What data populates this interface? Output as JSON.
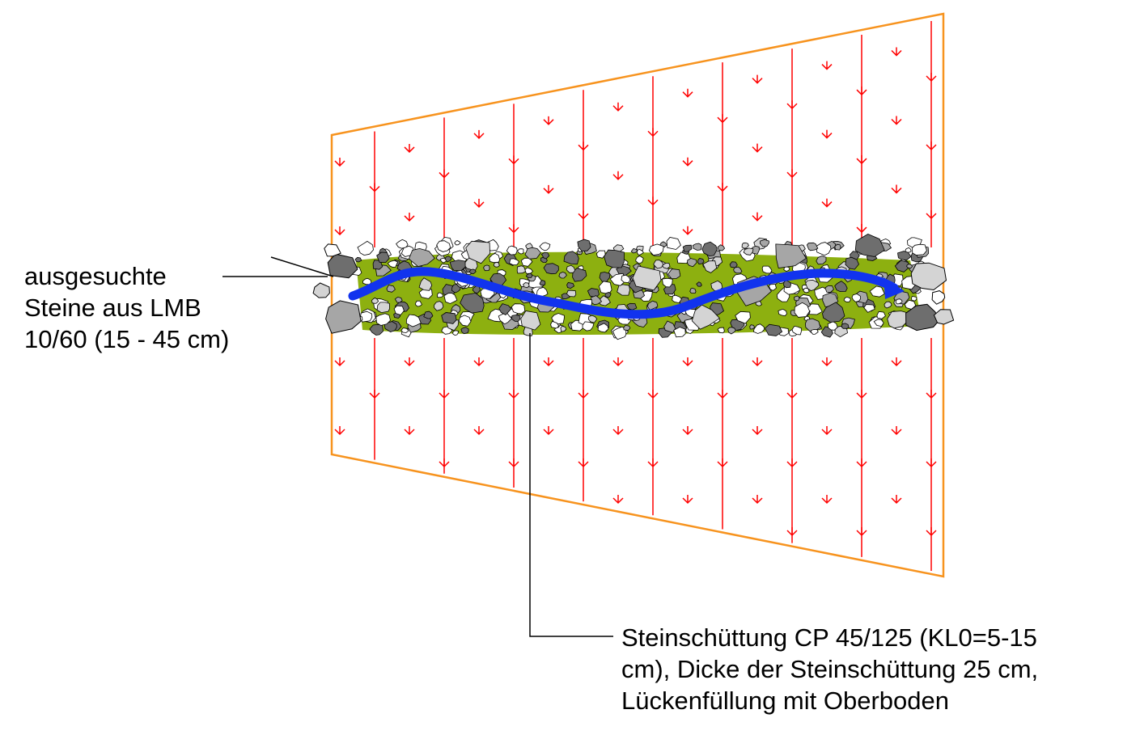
{
  "labels": {
    "selected_stones": {
      "line1": "ausgesuchte",
      "line2": "Steine aus LMB",
      "line3": "10/60 (15 - 45 cm)"
    },
    "rock_fill": {
      "line1": "Steinschüttung CP 45/125 (KL0=5-15",
      "line2": "cm), Dicke der Steinschüttung 25 cm,",
      "line3": "Lückenfüllung mit Oberboden"
    }
  },
  "colors": {
    "outline": "#f7931e",
    "flow_arrows": "#ff0000",
    "channel": "#1133ee",
    "soil_fill": "#8db010",
    "stone_white": "#ffffff",
    "stone_light": "#d4d4d4",
    "stone_mid": "#a6a6a6",
    "stone_dark": "#6e6e6e",
    "leader_line": "#000000"
  },
  "icons": {
    "flow": "down-arrow-icon"
  }
}
